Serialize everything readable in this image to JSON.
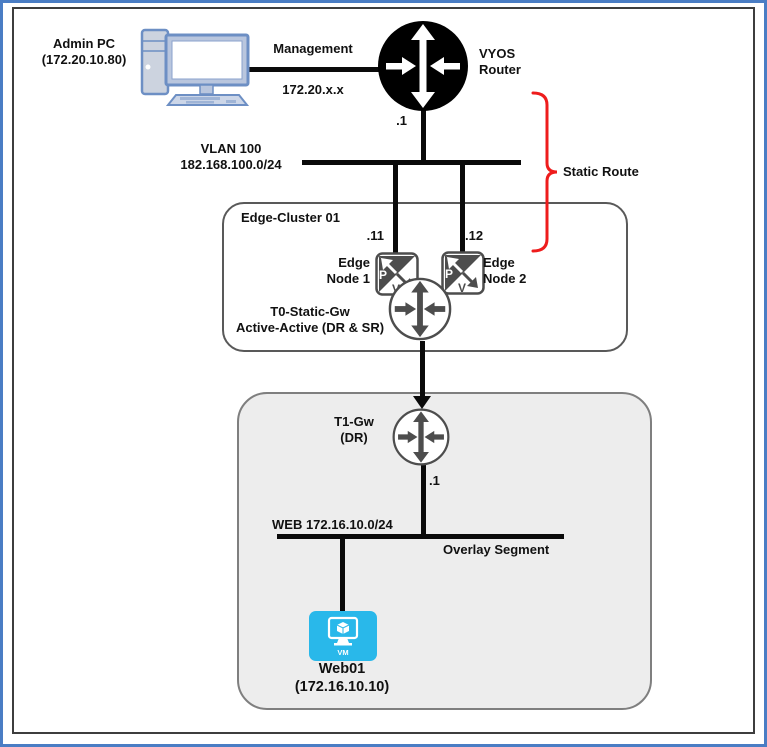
{
  "colors": {
    "outer_border_blue": "#4a7dc4",
    "inner_border": "#3d3d3d",
    "brace_red": "#ee1c1c",
    "icon_dark_gray": "#4d4d4d",
    "vm_cyan": "#29b8ea",
    "pc_steel_blue": "#6d8fc4",
    "t1_zone_fill": "#ededed"
  },
  "icons": {
    "admin_pc": "desktop-computer-icon",
    "vyos": "router-black-circle-icon",
    "edge_node": "nsx-edge-node-pv-icon",
    "gateway": "router-circle-icon",
    "vm": "virtual-machine-icon"
  },
  "admin_pc": {
    "name": "Admin PC",
    "ip": "(172.20.10.80)"
  },
  "management_link": {
    "label": "Management",
    "subnet": "172.20.x.x"
  },
  "vyos": {
    "line1": "VYOS",
    "line2": "Router",
    "interface_ip": ".1"
  },
  "vlan": {
    "line1": "VLAN 100",
    "line2": "182.168.100.0/24"
  },
  "static_route": {
    "label": "Static Route"
  },
  "edge_cluster": {
    "title": "Edge-Cluster 01",
    "node1": {
      "ip": ".11",
      "line1": "Edge",
      "line2": "Node 1",
      "p": "P",
      "v": "V"
    },
    "node2": {
      "ip": ".12",
      "line1": "Edge",
      "line2": "Node 2",
      "p": "P",
      "v": "V"
    },
    "t0": {
      "line1": "T0-Static-Gw",
      "line2": "Active-Active (DR & SR)"
    }
  },
  "t1_zone": {
    "t1": {
      "line1": "T1-Gw",
      "line2": "(DR)",
      "interface_ip": ".1"
    },
    "segment": {
      "label": "WEB 172.16.10.0/24",
      "type": "Overlay Segment"
    },
    "vm": {
      "badge": "VM",
      "name": "Web01",
      "ip": "(172.16.10.10)"
    }
  }
}
